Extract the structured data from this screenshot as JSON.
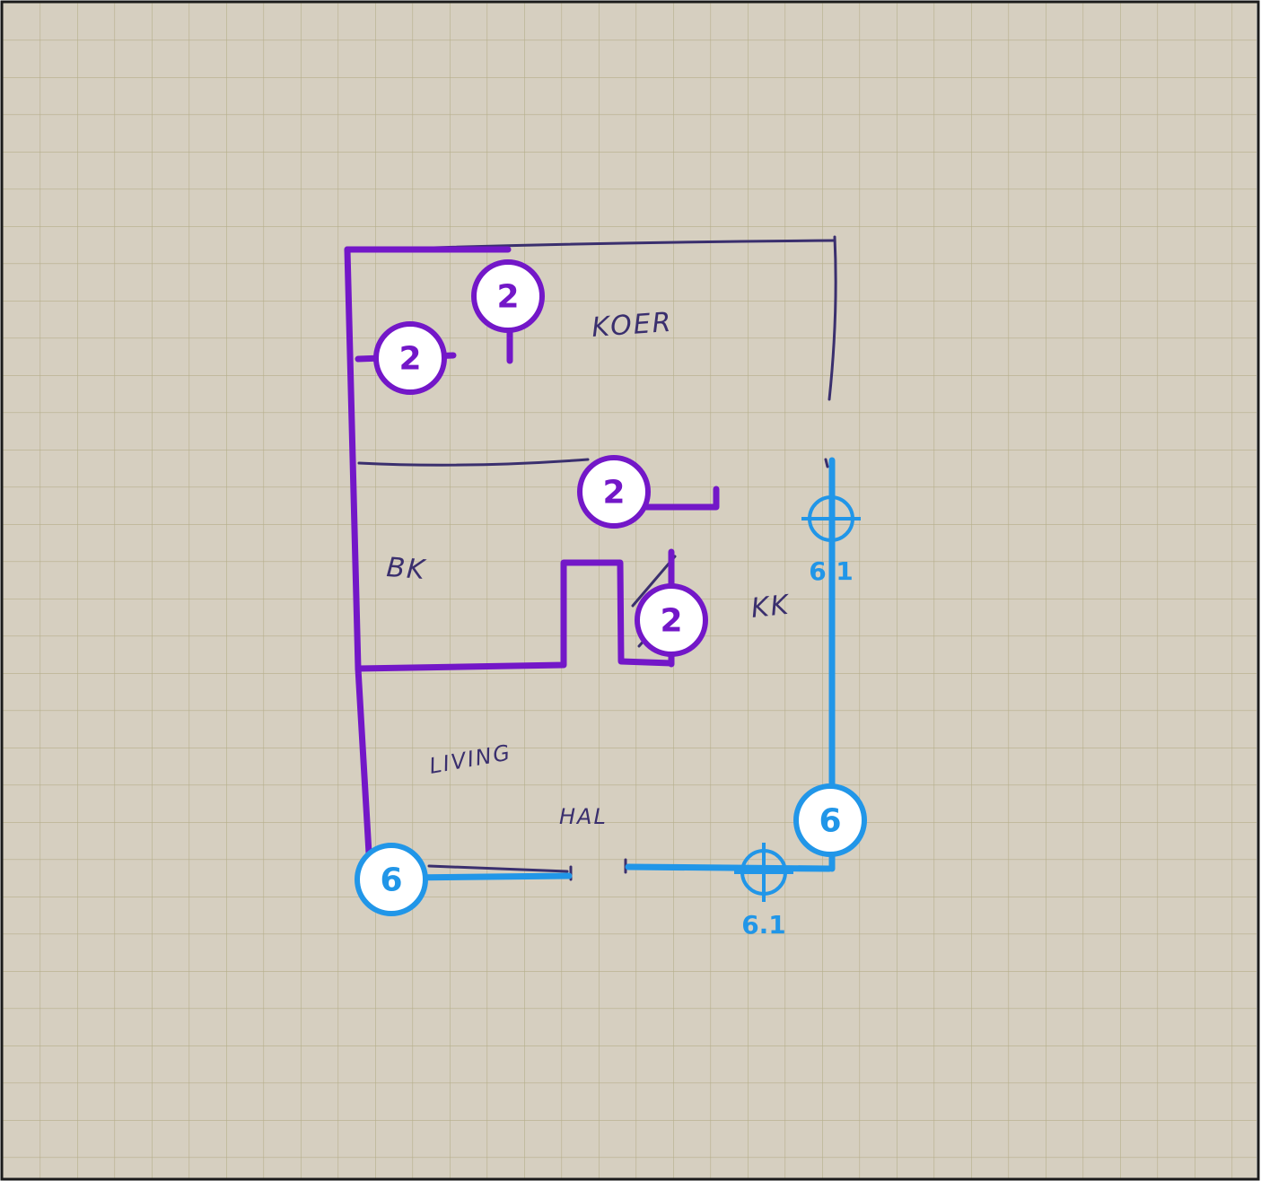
{
  "colors": {
    "paper": "#d6cfc0",
    "grid": "#b5ae8a",
    "border": "#1b1b1b",
    "pencil": "#3a2f6e",
    "purple": "#7317c8",
    "blue": "#2196e8"
  },
  "rooms": {
    "koer": "KOER",
    "bk": "BK",
    "kk": "KK",
    "living": "LIVING",
    "hal": "HAL"
  },
  "badges": {
    "purple_top": "2",
    "purple_left": "2",
    "purple_mid": "2",
    "purple_lower": "2",
    "blue_bottom_left": "6",
    "blue_right": "6"
  },
  "markers": {
    "right": "6.1",
    "bottom": "6.1"
  }
}
